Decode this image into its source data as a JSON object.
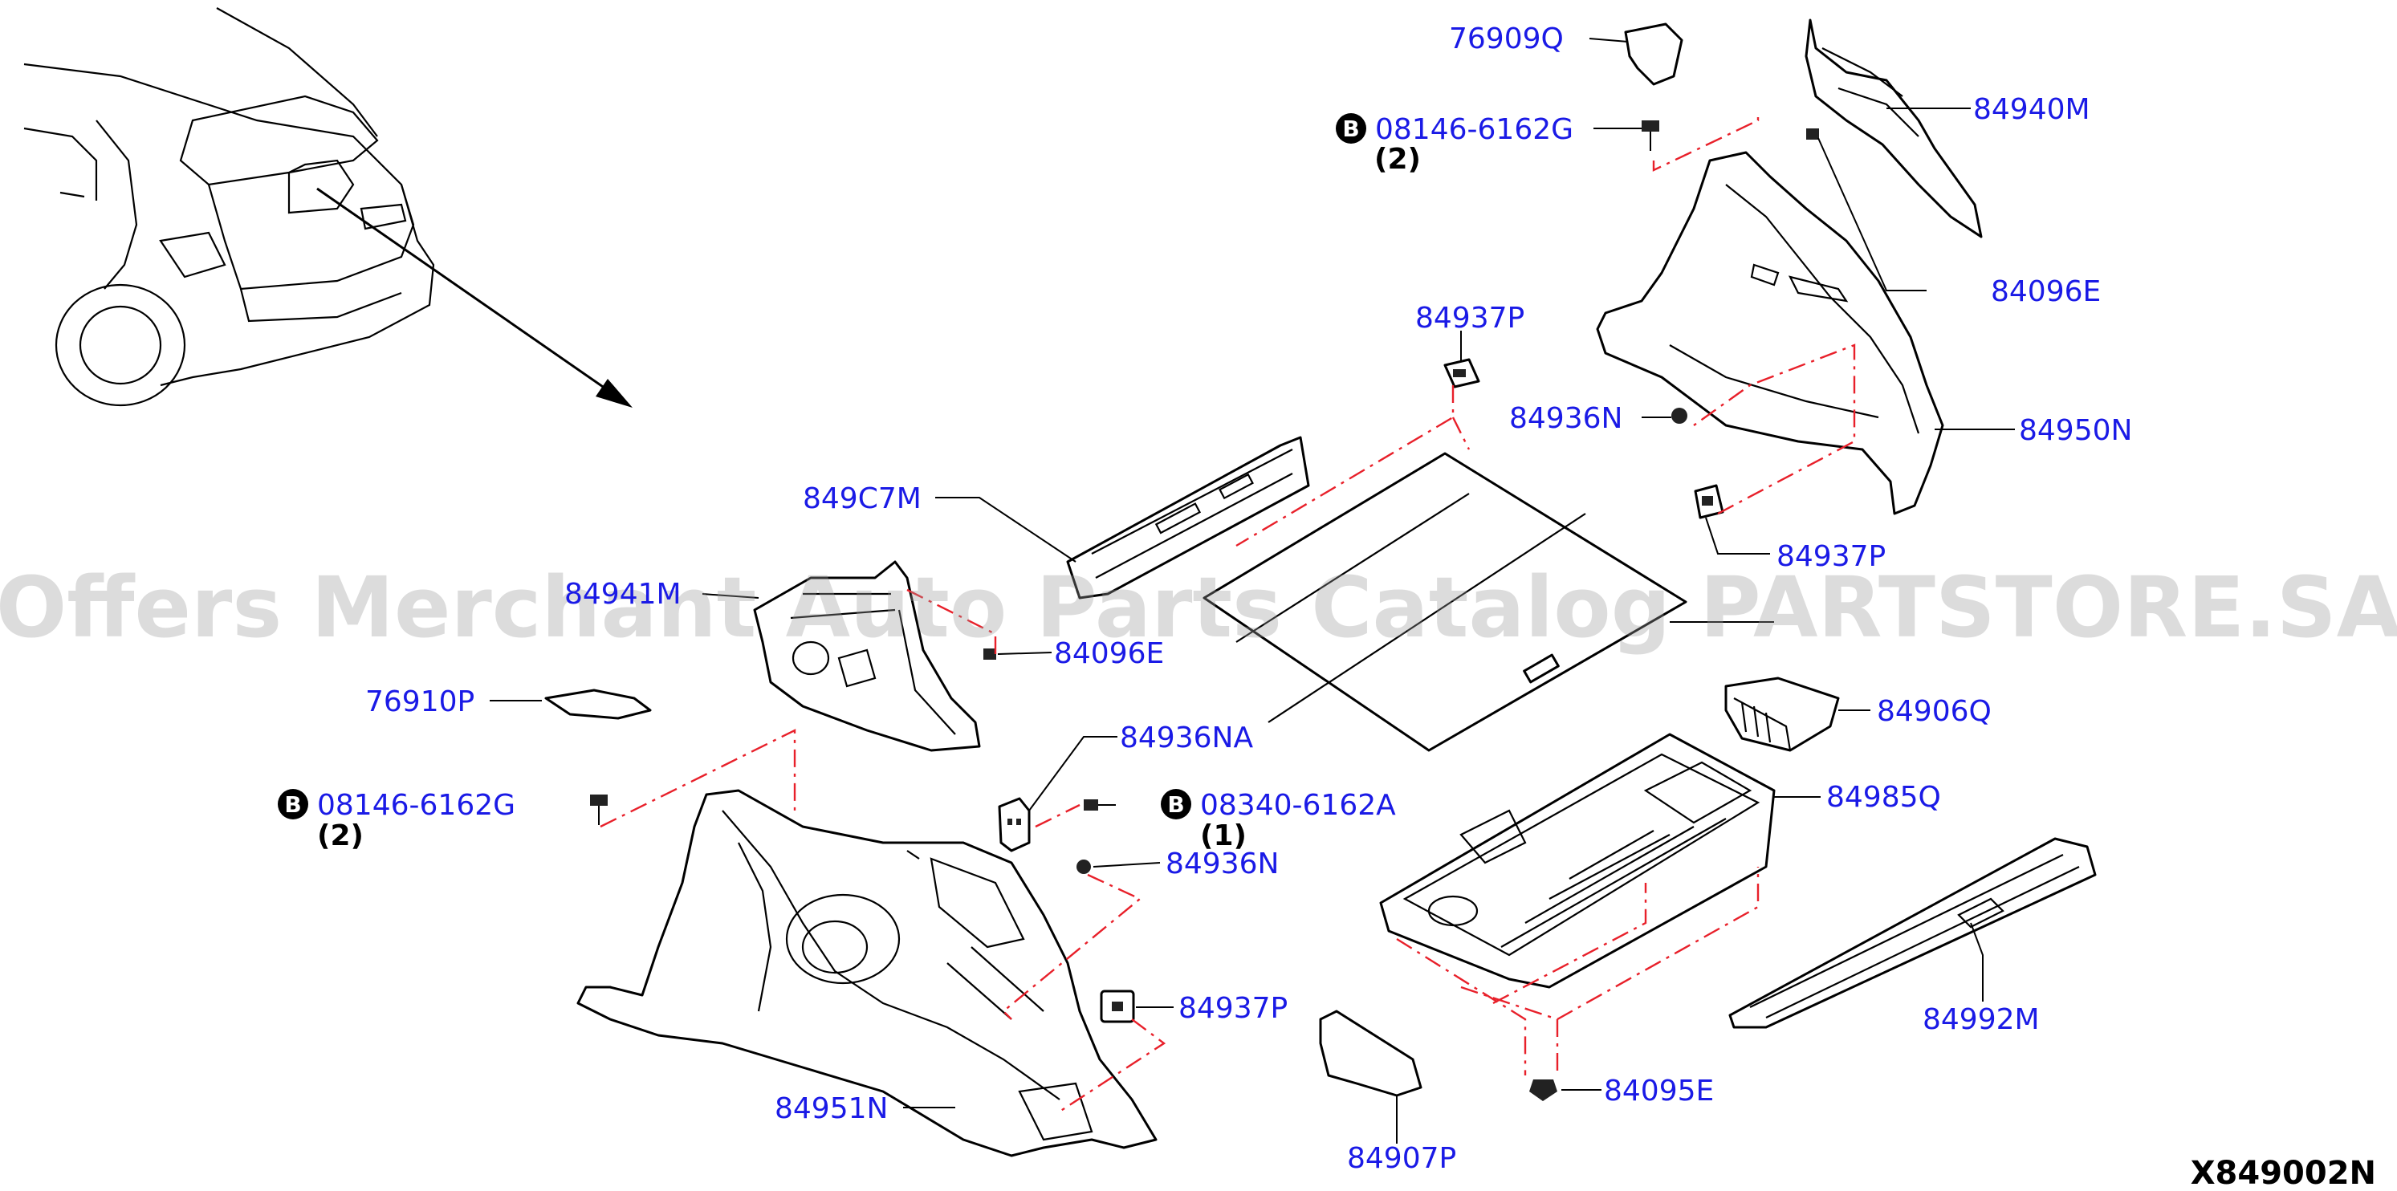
{
  "diagram_code": "X849002N",
  "watermark": "Offers Merchant Auto Parts Catalog PARTSTORE.SA",
  "bolt_symbol": "B",
  "labels": {
    "p76909Q": "76909Q",
    "p08146_top": "08146-6162G",
    "q_top": "(2)",
    "p84940M": "84940M",
    "p84096E_top": "84096E",
    "p84937P_top": "84937P",
    "p84936N_top": "84936N",
    "p84950N": "84950N",
    "p84937P_mid": "84937P",
    "p849C7M": "849C7M",
    "p84941M": "84941M",
    "p84096E_mid": "84096E",
    "p76910P": "76910P",
    "p84906Q": "84906Q",
    "p84936NA": "84936NA",
    "p08146_left": "08146-6162G",
    "q_left": "(2)",
    "p08340": "08340-6162A",
    "q_right": "(1)",
    "p84985Q": "84985Q",
    "p84936N_low": "84936N",
    "p84937P_low": "84937P",
    "p84992M": "84992M",
    "p84951N": "84951N",
    "p84095E": "84095E",
    "p84907P": "84907P"
  }
}
